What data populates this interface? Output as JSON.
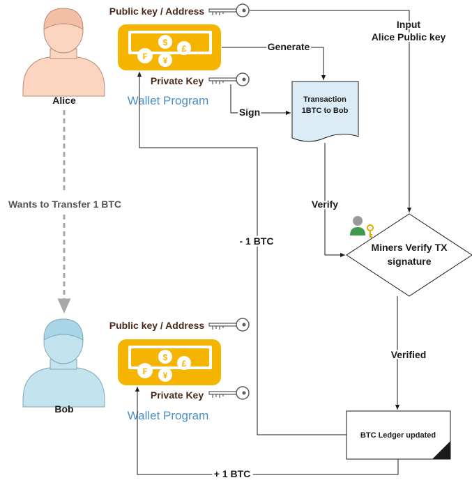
{
  "alice": {
    "name": "Alice"
  },
  "bob": {
    "name": "Bob"
  },
  "transfer_label": "Wants to Transfer 1 BTC",
  "wallet_top": {
    "public_key_label": "Public key / Address",
    "private_key_label": "Private Key",
    "program_label": "Wallet Program"
  },
  "wallet_bottom": {
    "public_key_label": "Public key / Address",
    "private_key_label": "Private Key",
    "program_label": "Wallet Program"
  },
  "edges": {
    "generate": "Generate",
    "sign": "Sign",
    "input_line1": "Input",
    "input_line2": "Alice Public key",
    "verify": "Verify",
    "verified": "Verified",
    "minus_btc": "- 1 BTC",
    "plus_btc": "+ 1 BTC"
  },
  "transaction": {
    "line1": "Transaction",
    "line2": "1BTC to Bob"
  },
  "miners": {
    "line1": "Miners Verify TX",
    "line2": "signature"
  },
  "ledger": {
    "label": "BTC Ledger updated"
  },
  "colors": {
    "alice_fill": "#fbd5c0",
    "bob_fill": "#c3e3ef",
    "wallet_fill": "#f5b400",
    "document_fill": "#dcecf6",
    "wallet_text": "#4a8fc8"
  }
}
